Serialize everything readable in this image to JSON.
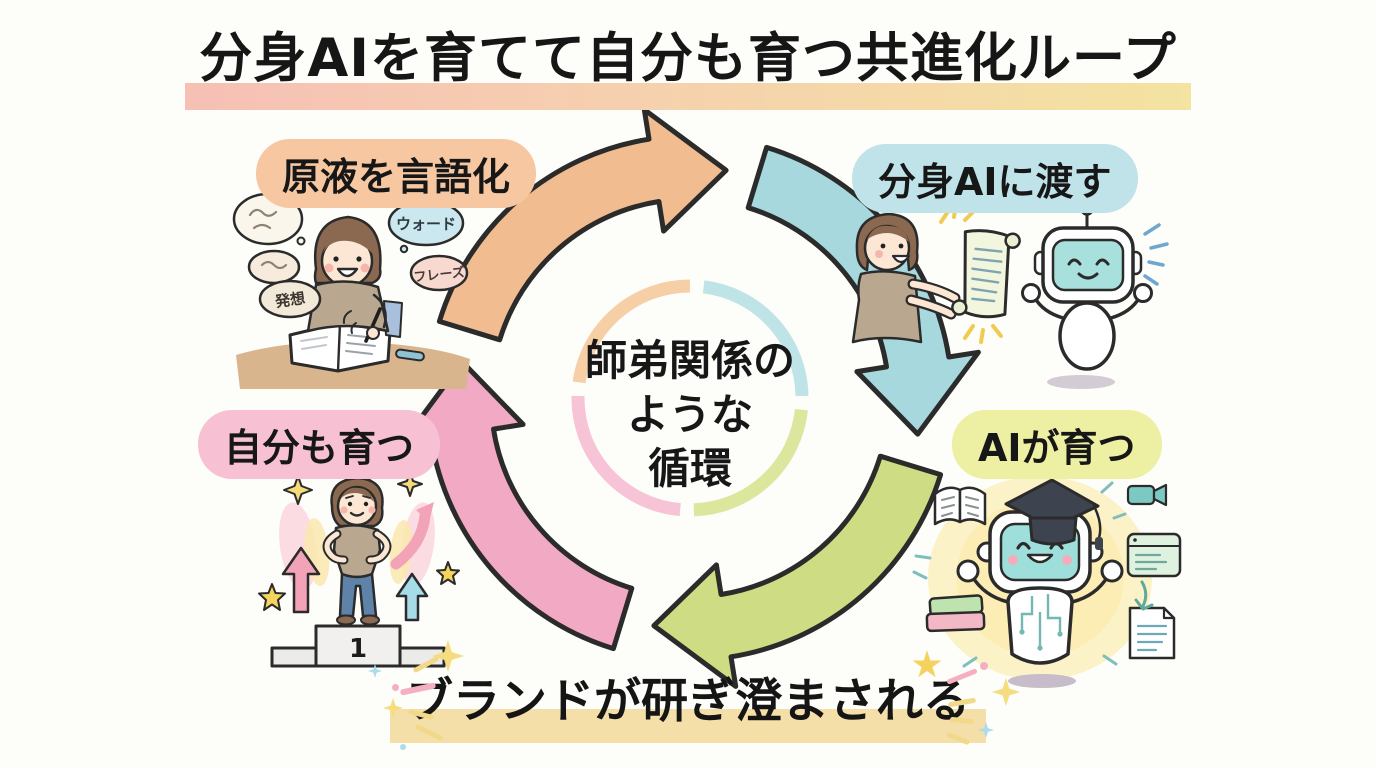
{
  "title": {
    "text": "分身AIを育てて自分も育つ共進化ループ"
  },
  "title_highlight": {
    "from": "#F6C0B5",
    "to": "#F4E3A1"
  },
  "center": {
    "lines": [
      "師弟関係の",
      "ような",
      "循環"
    ]
  },
  "steps": [
    {
      "id": "verbalize",
      "label": "原液を言語化",
      "position": "top-left",
      "pill_color": "#F6C7A0",
      "arc_color": "#F1BC8F",
      "ring_color": "#F7CFA6"
    },
    {
      "id": "handoff",
      "label": "分身AIに渡す",
      "position": "top-right",
      "pill_color": "#BFE3E9",
      "arc_color": "#A6D8DD",
      "ring_color": "#BFE4E7"
    },
    {
      "id": "ai-grows",
      "label": "AIが育つ",
      "position": "bottom-right",
      "pill_color": "#EDEFA2",
      "arc_color": "#CEDD83",
      "ring_color": "#DCE69C"
    },
    {
      "id": "self-grows",
      "label": "自分も育つ",
      "position": "bottom-left",
      "pill_color": "#F7C1D3",
      "arc_color": "#F2A9C4",
      "ring_color": "#F7C3D6"
    }
  ],
  "footer": {
    "text": "ブランドが研ぎ澄まされる",
    "highlight_color": "#F5DFA9"
  },
  "writer_scene": {
    "bubbles": [
      "ウォード",
      "フレーズ",
      "発想"
    ]
  },
  "podium_scene": {
    "rank": "1"
  },
  "outline_color": "#2B2B2B"
}
